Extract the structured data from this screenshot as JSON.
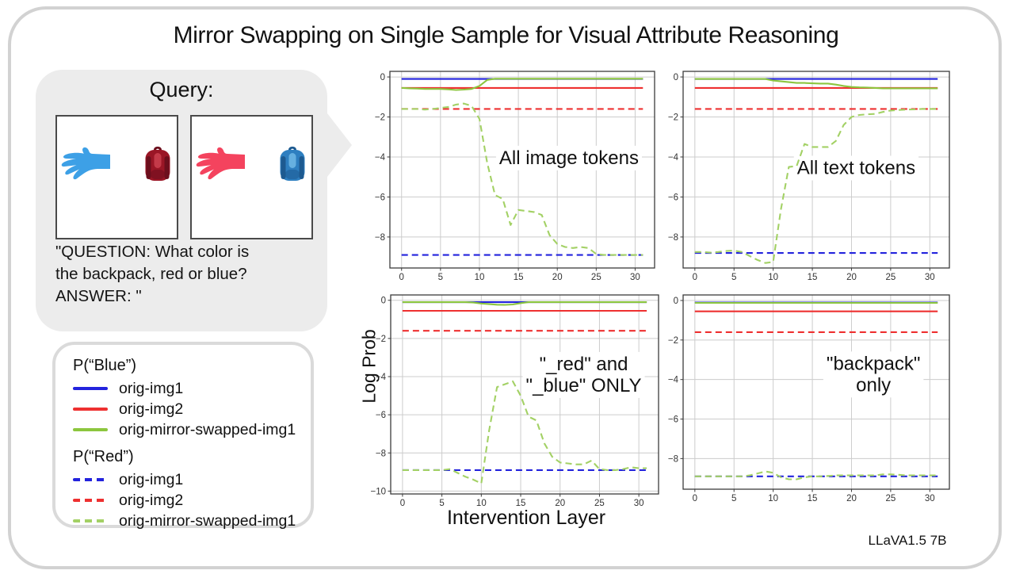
{
  "title": "Mirror Swapping on Single Sample for Visual Attribute Reasoning",
  "model_label": "LLaVA1.5 7B",
  "palette": {
    "blue": "#2323dd",
    "red": "#ee3030",
    "green_solid": "#8cc63e",
    "green_dashed": "#a3d165",
    "grid": "#cccccc",
    "spine": "#3c3c3c",
    "bubble_bg": "#ececec"
  },
  "query": {
    "heading": "Query:",
    "question_lines": [
      "\"QUESTION: What color is",
      "the backpack, red or blue?",
      "ANSWER: \""
    ],
    "panels": [
      {
        "hand_color": "#3da0e6",
        "backpack": {
          "base": "#9a1626",
          "dark": "#6c0f1d",
          "light": "#c43a49"
        }
      },
      {
        "hand_color": "#f4435e",
        "backpack": {
          "base": "#2e7fc0",
          "dark": "#1d5a90",
          "light": "#66b0e0"
        }
      }
    ]
  },
  "legend": {
    "groups": [
      {
        "header": "P(“Blue”)",
        "items": [
          {
            "label": "orig-img1",
            "color": "blue",
            "dash": false
          },
          {
            "label": "orig-img2",
            "color": "red",
            "dash": false
          },
          {
            "label": "orig-mirror-swapped-img1",
            "color": "green_solid",
            "dash": false
          }
        ]
      },
      {
        "header": "P(“Red”)",
        "items": [
          {
            "label": "orig-img1",
            "color": "blue",
            "dash": true
          },
          {
            "label": "orig-img2",
            "color": "red",
            "dash": true
          },
          {
            "label": "orig-mirror-swapped-img1",
            "color": "green_dashed",
            "dash": true
          }
        ]
      }
    ]
  },
  "axes": {
    "xlabel": "Intervention Layer",
    "ylabel": "Log  Prob"
  },
  "chart_data": [
    {
      "id": "tl",
      "type": "line",
      "annotation": {
        "lines": [
          "All image tokens"
        ],
        "x": 21.5,
        "y": -4.1
      },
      "xlim": [
        -1.5,
        32.5
      ],
      "ylim": [
        -9.55,
        0.28
      ],
      "xticks": [
        0,
        5,
        10,
        15,
        20,
        25,
        30
      ],
      "yticks": [
        0,
        -2,
        -4,
        -6,
        -8
      ],
      "series": [
        {
          "group": "P(\"Blue\")",
          "name": "orig-img1",
          "color": "blue",
          "style": "solid",
          "y_const": -0.1
        },
        {
          "group": "P(\"Blue\")",
          "name": "orig-img2",
          "color": "red",
          "style": "solid",
          "y_const": -0.55
        },
        {
          "group": "P(\"Blue\")",
          "name": "orig-mirror-swapped-img1",
          "color": "green_solid",
          "style": "solid",
          "y": [
            -0.55,
            -0.57,
            -0.58,
            -0.6,
            -0.6,
            -0.6,
            -0.62,
            -0.65,
            -0.63,
            -0.6,
            -0.45,
            -0.15,
            -0.09,
            -0.09,
            -0.09,
            -0.09,
            -0.09,
            -0.09,
            -0.09,
            -0.09,
            -0.09,
            -0.09,
            -0.09,
            -0.09,
            -0.09,
            -0.09,
            -0.09,
            -0.09,
            -0.09,
            -0.09,
            -0.09,
            -0.09
          ]
        },
        {
          "group": "P(\"Red\")",
          "name": "orig-img2",
          "color": "red",
          "style": "dashed",
          "y_const": -1.6
        },
        {
          "group": "P(\"Red\")",
          "name": "orig-img1",
          "color": "blue",
          "style": "dashed",
          "y_const": -8.9
        },
        {
          "group": "P(\"Red\")",
          "name": "orig-mirror-swapped-img1",
          "color": "green_dashed",
          "style": "dashed",
          "y": [
            -1.6,
            -1.6,
            -1.6,
            -1.63,
            -1.6,
            -1.55,
            -1.5,
            -1.38,
            -1.33,
            -1.45,
            -2.1,
            -4.3,
            -5.9,
            -6.1,
            -7.4,
            -6.65,
            -6.7,
            -6.75,
            -6.9,
            -7.9,
            -8.35,
            -8.5,
            -8.55,
            -8.5,
            -8.55,
            -8.85,
            -8.9,
            -8.9,
            -8.9,
            -8.9,
            -8.9,
            -8.9
          ]
        }
      ]
    },
    {
      "id": "tr",
      "type": "line",
      "annotation": {
        "lines": [
          "All text tokens"
        ],
        "x": 20.6,
        "y": -4.6
      },
      "xlim": [
        -1.5,
        32.5
      ],
      "ylim": [
        -9.55,
        0.28
      ],
      "xticks": [
        0,
        5,
        10,
        15,
        20,
        25,
        30
      ],
      "yticks": [
        0,
        -2,
        -4,
        -6,
        -8
      ],
      "series": [
        {
          "group": "P(\"Blue\")",
          "name": "orig-img1",
          "color": "blue",
          "style": "solid",
          "y_const": -0.1
        },
        {
          "group": "P(\"Blue\")",
          "name": "orig-img2",
          "color": "red",
          "style": "solid",
          "y_const": -0.55
        },
        {
          "group": "P(\"Blue\")",
          "name": "orig-mirror-swapped-img1",
          "color": "green_solid",
          "style": "solid",
          "y": [
            -0.1,
            -0.1,
            -0.1,
            -0.1,
            -0.1,
            -0.1,
            -0.1,
            -0.1,
            -0.1,
            -0.1,
            -0.18,
            -0.22,
            -0.26,
            -0.3,
            -0.3,
            -0.32,
            -0.33,
            -0.33,
            -0.38,
            -0.45,
            -0.5,
            -0.52,
            -0.53,
            -0.55,
            -0.57,
            -0.57,
            -0.57,
            -0.57,
            -0.57,
            -0.57,
            -0.57,
            -0.57
          ]
        },
        {
          "group": "P(\"Red\")",
          "name": "orig-img2",
          "color": "red",
          "style": "dashed",
          "y_const": -1.6
        },
        {
          "group": "P(\"Red\")",
          "name": "orig-img1",
          "color": "blue",
          "style": "dashed",
          "y_const": -8.8
        },
        {
          "group": "P(\"Red\")",
          "name": "orig-mirror-swapped-img1",
          "color": "green_dashed",
          "style": "dashed",
          "y": [
            -8.75,
            -8.75,
            -8.78,
            -8.75,
            -8.7,
            -8.68,
            -8.75,
            -8.95,
            -9.15,
            -9.3,
            -9.25,
            -6.6,
            -4.5,
            -4.45,
            -3.35,
            -3.5,
            -3.5,
            -3.5,
            -3.2,
            -2.4,
            -2.0,
            -1.9,
            -1.87,
            -1.85,
            -1.75,
            -1.68,
            -1.65,
            -1.63,
            -1.62,
            -1.6,
            -1.6,
            -1.6
          ]
        }
      ]
    },
    {
      "id": "bl",
      "type": "line",
      "annotation": {
        "lines": [
          "\"_red\" and",
          "\"_blue\" ONLY"
        ],
        "x": 23,
        "y": -3.4
      },
      "xlim": [
        -1.5,
        32.5
      ],
      "ylim": [
        -10.15,
        0.28
      ],
      "xticks": [
        0,
        5,
        10,
        15,
        20,
        25,
        30
      ],
      "yticks": [
        0,
        -2,
        -4,
        -6,
        -8,
        -10
      ],
      "series": [
        {
          "group": "P(\"Blue\")",
          "name": "orig-img1",
          "color": "blue",
          "style": "solid",
          "y_const": -0.1
        },
        {
          "group": "P(\"Blue\")",
          "name": "orig-img2",
          "color": "red",
          "style": "solid",
          "y_const": -0.55
        },
        {
          "group": "P(\"Blue\")",
          "name": "orig-mirror-swapped-img1",
          "color": "green_solid",
          "style": "solid",
          "y": [
            -0.1,
            -0.1,
            -0.1,
            -0.1,
            -0.1,
            -0.1,
            -0.1,
            -0.1,
            -0.1,
            -0.12,
            -0.17,
            -0.2,
            -0.23,
            -0.24,
            -0.22,
            -0.15,
            -0.1,
            -0.1,
            -0.1,
            -0.1,
            -0.1,
            -0.1,
            -0.1,
            -0.1,
            -0.1,
            -0.1,
            -0.1,
            -0.1,
            -0.1,
            -0.1,
            -0.1,
            -0.1
          ]
        },
        {
          "group": "P(\"Red\")",
          "name": "orig-img2",
          "color": "red",
          "style": "dashed",
          "y_const": -1.6
        },
        {
          "group": "P(\"Red\")",
          "name": "orig-img1",
          "color": "blue",
          "style": "dashed",
          "y_const": -8.9
        },
        {
          "group": "P(\"Red\")",
          "name": "orig-mirror-swapped-img1",
          "color": "green_dashed",
          "style": "dashed",
          "y": [
            -8.9,
            -8.9,
            -8.9,
            -8.9,
            -8.9,
            -8.9,
            -8.85,
            -9.05,
            -9.25,
            -9.4,
            -9.6,
            -6.8,
            -4.55,
            -4.4,
            -4.25,
            -5.0,
            -6.1,
            -6.3,
            -7.5,
            -8.2,
            -8.5,
            -8.55,
            -8.6,
            -8.6,
            -8.4,
            -8.85,
            -8.9,
            -8.9,
            -8.85,
            -8.75,
            -8.8,
            -8.8
          ]
        }
      ]
    },
    {
      "id": "br",
      "type": "line",
      "annotation": {
        "lines": [
          "\"backpack\"",
          "only"
        ],
        "x": 22.8,
        "y": -3.25
      },
      "xlim": [
        -1.5,
        32.5
      ],
      "ylim": [
        -9.55,
        0.28
      ],
      "xticks": [
        0,
        5,
        10,
        15,
        20,
        25,
        30
      ],
      "yticks": [
        0,
        -2,
        -4,
        -6,
        -8
      ],
      "series": [
        {
          "group": "P(\"Blue\")",
          "name": "orig-img1",
          "color": "blue",
          "style": "solid",
          "y_const": -0.1
        },
        {
          "group": "P(\"Blue\")",
          "name": "orig-img2",
          "color": "red",
          "style": "solid",
          "y_const": -0.55
        },
        {
          "group": "P(\"Blue\")",
          "name": "orig-mirror-swapped-img1",
          "color": "green_solid",
          "style": "solid",
          "y_const": -0.12
        },
        {
          "group": "P(\"Red\")",
          "name": "orig-img2",
          "color": "red",
          "style": "dashed",
          "y_const": -1.6
        },
        {
          "group": "P(\"Red\")",
          "name": "orig-img1",
          "color": "blue",
          "style": "dashed",
          "y_const": -8.9
        },
        {
          "group": "P(\"Red\")",
          "name": "orig-mirror-swapped-img1",
          "color": "green_dashed",
          "style": "dashed",
          "y": [
            -8.9,
            -8.9,
            -8.9,
            -8.9,
            -8.9,
            -8.9,
            -8.9,
            -8.85,
            -8.75,
            -8.65,
            -8.72,
            -8.95,
            -9.05,
            -9.05,
            -8.95,
            -8.9,
            -8.9,
            -8.88,
            -8.85,
            -8.85,
            -8.85,
            -8.85,
            -8.85,
            -8.85,
            -8.8,
            -8.8,
            -8.82,
            -8.85,
            -8.85,
            -8.85,
            -8.85,
            -8.85
          ]
        }
      ]
    }
  ]
}
